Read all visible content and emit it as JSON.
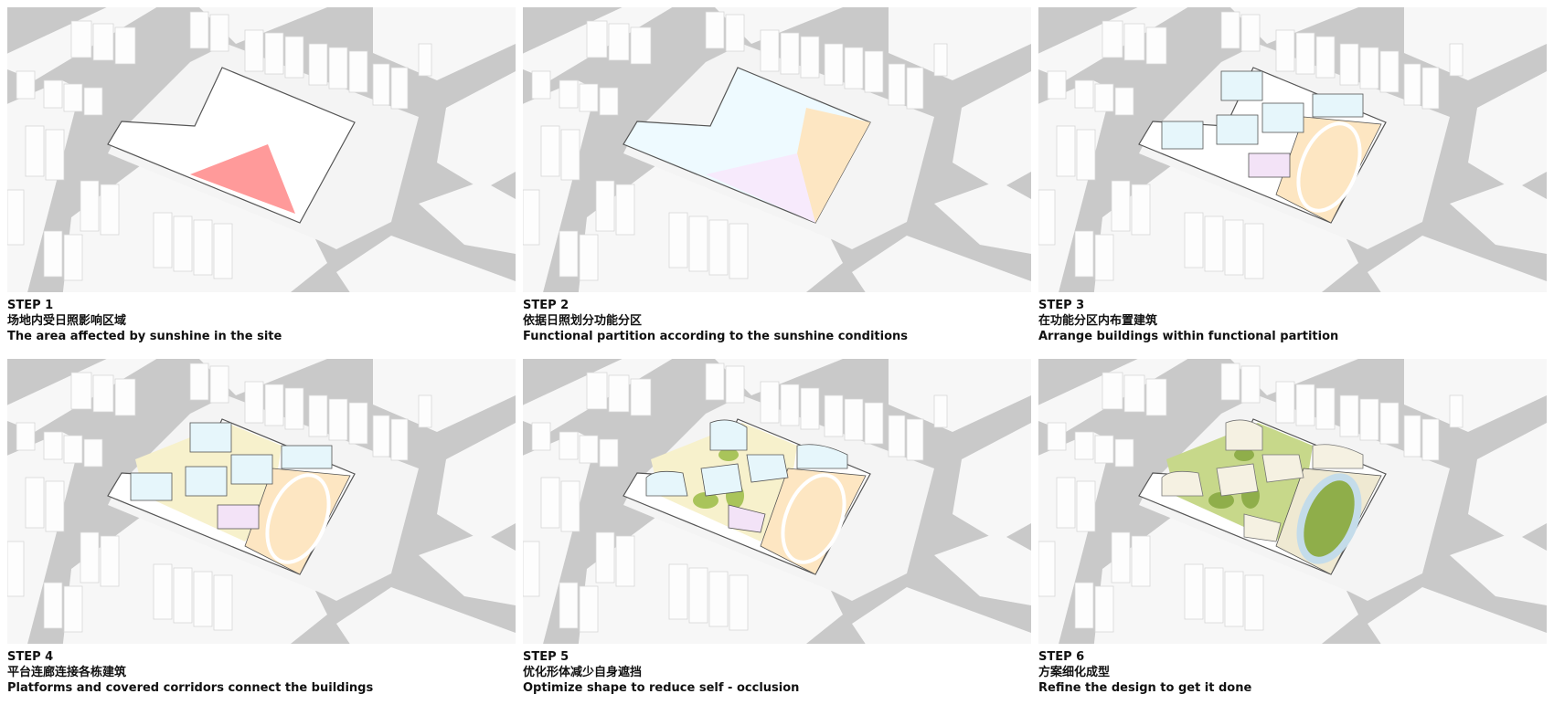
{
  "figure": {
    "type": "architectural design process diagram",
    "layout": "2 rows x 3 columns",
    "colors": {
      "background": "#ffffff",
      "road": "#c9c9c9",
      "block": "#f7f7f7",
      "building": "#fbfbfb",
      "sun_affected_area": "#ff9a9a",
      "teaching_zone": "#eefaff",
      "activity_zone": "#f7eafc",
      "sports_zone": "#fde6c2",
      "platform": "#f7f1cc",
      "greenery": "#a9c45a",
      "track": "#c4dcea",
      "field": "#8fae4a"
    }
  },
  "steps": [
    {
      "step": "STEP 1",
      "zh": "场地内受日照影响区域",
      "en": "The area affected by sunshine in the site"
    },
    {
      "step": "STEP 2",
      "zh": "依据日照划分功能分区",
      "en": "Functional partition according to the sunshine conditions"
    },
    {
      "step": "STEP 3",
      "zh": "在功能分区内布置建筑",
      "en": "Arrange buildings within functional partition"
    },
    {
      "step": "STEP 4",
      "zh": "平台连廊连接各栋建筑",
      "en": "Platforms and covered corridors connect the buildings"
    },
    {
      "step": "STEP 5",
      "zh": "优化形体减少自身遮挡",
      "en": "Optimize shape to reduce self - occlusion"
    },
    {
      "step": "STEP 6",
      "zh": "方案细化成型",
      "en": "Refine the design to get it done"
    }
  ]
}
